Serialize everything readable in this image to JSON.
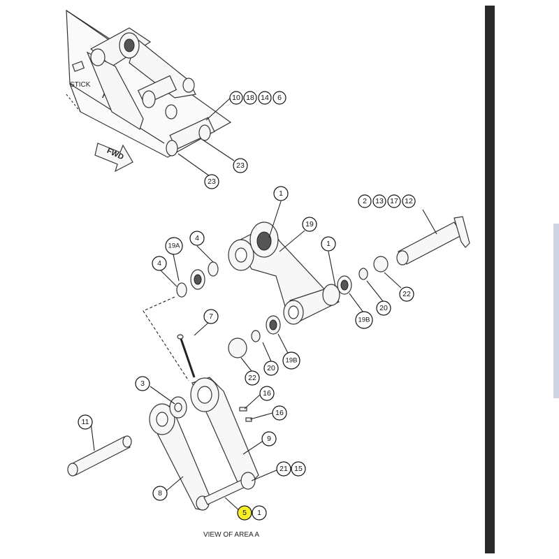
{
  "diagram": {
    "caption": "VIEW OF AREA A",
    "stick_label": "STICK",
    "area_marker": "A",
    "fwd_label": "FWD",
    "callouts": [
      {
        "id": "c-10",
        "text": "10",
        "highlight": false
      },
      {
        "id": "c-18",
        "text": "18",
        "highlight": false
      },
      {
        "id": "c-14",
        "text": "14",
        "highlight": false
      },
      {
        "id": "c-6",
        "text": "6",
        "highlight": false
      },
      {
        "id": "c-23a",
        "text": "23",
        "highlight": false
      },
      {
        "id": "c-23b",
        "text": "23",
        "highlight": false
      },
      {
        "id": "c-1a",
        "text": "1",
        "highlight": false
      },
      {
        "id": "c-19",
        "text": "19",
        "highlight": false
      },
      {
        "id": "c-2",
        "text": "2",
        "highlight": false
      },
      {
        "id": "c-13",
        "text": "13",
        "highlight": false
      },
      {
        "id": "c-17",
        "text": "17",
        "highlight": false
      },
      {
        "id": "c-12",
        "text": "12",
        "highlight": false
      },
      {
        "id": "c-19a",
        "text": "19A",
        "highlight": false
      },
      {
        "id": "c-4a",
        "text": "4",
        "highlight": false
      },
      {
        "id": "c-4b",
        "text": "4",
        "highlight": false
      },
      {
        "id": "c-1b",
        "text": "1",
        "highlight": false
      },
      {
        "id": "c-22a",
        "text": "22",
        "highlight": false
      },
      {
        "id": "c-20a",
        "text": "20",
        "highlight": false
      },
      {
        "id": "c-19b",
        "text": "19B",
        "highlight": false
      },
      {
        "id": "c-7",
        "text": "7",
        "highlight": false
      },
      {
        "id": "c-20b",
        "text": "20",
        "highlight": false
      },
      {
        "id": "c-19b2",
        "text": "19B",
        "highlight": false
      },
      {
        "id": "c-22b",
        "text": "22",
        "highlight": false
      },
      {
        "id": "c-3",
        "text": "3",
        "highlight": false
      },
      {
        "id": "c-16a",
        "text": "16",
        "highlight": false
      },
      {
        "id": "c-16b",
        "text": "16",
        "highlight": false
      },
      {
        "id": "c-11",
        "text": "11",
        "highlight": false
      },
      {
        "id": "c-9",
        "text": "9",
        "highlight": false
      },
      {
        "id": "c-21",
        "text": "21",
        "highlight": false
      },
      {
        "id": "c-15",
        "text": "15",
        "highlight": false
      },
      {
        "id": "c-8",
        "text": "8",
        "highlight": false
      },
      {
        "id": "c-5",
        "text": "5",
        "highlight": true
      },
      {
        "id": "c-1c",
        "text": "1",
        "highlight": false
      }
    ],
    "highlight_color": "#f5ef2a"
  }
}
